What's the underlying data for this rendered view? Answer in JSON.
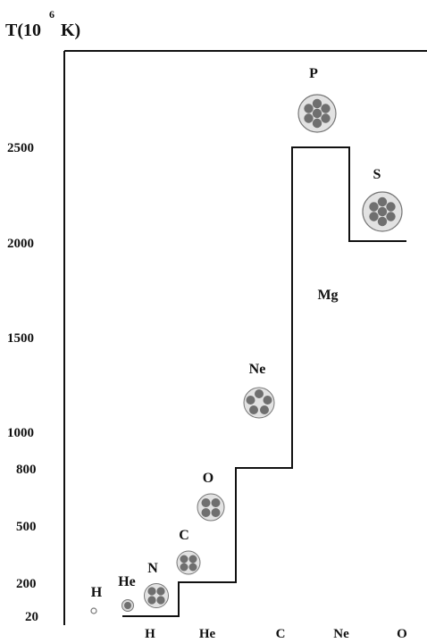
{
  "chart_data": {
    "type": "step",
    "ylabel_main": "T(10",
    "ylabel_exp": "6",
    "ylabel_unit": "K)",
    "y_ticks": [
      "20",
      "200",
      "500",
      "800",
      "1000",
      "1500",
      "2000",
      "2500"
    ],
    "x_ticks": [
      "H",
      "He",
      "C",
      "Ne",
      "O"
    ],
    "steps": [
      {
        "fuel": "H",
        "T": 20
      },
      {
        "fuel": "He",
        "T": 200
      },
      {
        "fuel": "C",
        "T": 800
      },
      {
        "fuel": "Ne",
        "T": 2500
      },
      {
        "fuel": "O",
        "T": 2000
      }
    ],
    "nuclei": [
      {
        "label": "H",
        "size": 1
      },
      {
        "label": "He",
        "size": 2
      },
      {
        "label": "N",
        "size": 4
      },
      {
        "label": "C",
        "size": 3
      },
      {
        "label": "O",
        "size": 4
      },
      {
        "label": "Ne",
        "size": 5
      },
      {
        "label": "Mg",
        "size": 0
      },
      {
        "label": "P",
        "size": 7
      },
      {
        "label": "S",
        "size": 7
      }
    ],
    "colors": {
      "line": "#111111",
      "nucleus": "#7a7a7a",
      "shell": "#b0b0b0"
    }
  }
}
